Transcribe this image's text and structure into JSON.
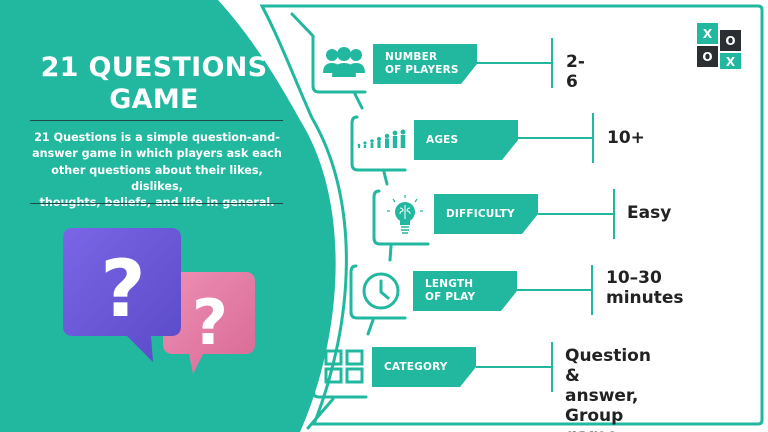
{
  "title": {
    "line1": "21 QUESTIONS",
    "line2": "GAME"
  },
  "description": [
    "21 Questions is a simple question-and-",
    "answer game in which players ask each",
    "other questions about their likes, dislikes,",
    "thoughts, beliefs, and life in general."
  ],
  "illustration": {
    "icon": "question-speech-bubbles-icon",
    "bubble_colors": [
      "#6a5ad8",
      "#e07aa4"
    ]
  },
  "logo": {
    "icon": "tic-tac-toe-icon",
    "cells": [
      "X",
      "O",
      "O",
      "X"
    ],
    "colors": [
      "#22b8a0",
      "#2b2f33"
    ]
  },
  "rows": [
    {
      "icon": "people-group-icon",
      "label_line1": "NUMBER",
      "label_line2": "OF PLAYERS",
      "value_line1": "2-6",
      "value_line2": ""
    },
    {
      "icon": "age-growth-icon",
      "label_line1": "AGES",
      "label_line2": "",
      "value_line1": "10+",
      "value_line2": ""
    },
    {
      "icon": "lightbulb-brain-icon",
      "label_line1": "DIFFICULTY",
      "label_line2": "",
      "value_line1": "Easy",
      "value_line2": ""
    },
    {
      "icon": "clock-icon",
      "label_line1": "LENGTH",
      "label_line2": "OF PLAY",
      "value_line1": "10–30",
      "value_line2": "minutes"
    },
    {
      "icon": "grid-category-icon",
      "label_line1": "CATEGORY",
      "label_line2": "",
      "value_line1": "Question & answer,",
      "value_line2": "Group game"
    }
  ],
  "colors": {
    "teal": "#22b8a0",
    "dark_text": "#222222",
    "white": "#ffffff"
  }
}
